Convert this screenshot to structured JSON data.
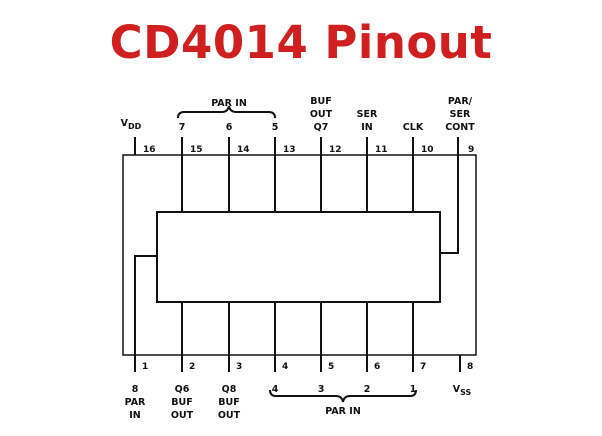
{
  "title": "CD4014 Pinout",
  "top_group_label": "PAR IN",
  "bottom_group_label": "PAR IN",
  "top_pins": [
    {
      "num": "16",
      "label": [
        "V",
        "DD"
      ]
    },
    {
      "num": "15",
      "label": [
        "7"
      ]
    },
    {
      "num": "14",
      "label": [
        "6"
      ]
    },
    {
      "num": "13",
      "label": [
        "5"
      ]
    },
    {
      "num": "12",
      "label": [
        "BUF",
        "OUT",
        "Q7"
      ]
    },
    {
      "num": "11",
      "label": [
        "SER",
        "IN"
      ]
    },
    {
      "num": "10",
      "label": [
        "CLK"
      ]
    },
    {
      "num": "9",
      "label": [
        "PAR/",
        "SER",
        "CONT"
      ]
    }
  ],
  "bottom_pins": [
    {
      "num": "1",
      "label": [
        "8",
        "PAR",
        "IN"
      ]
    },
    {
      "num": "2",
      "label": [
        "Q6",
        "BUF",
        "OUT"
      ]
    },
    {
      "num": "3",
      "label": [
        "Q8",
        "BUF",
        "OUT"
      ]
    },
    {
      "num": "4",
      "label": [
        "4"
      ]
    },
    {
      "num": "5",
      "label": [
        "3"
      ]
    },
    {
      "num": "6",
      "label": [
        "2"
      ]
    },
    {
      "num": "7",
      "label": [
        "1"
      ]
    },
    {
      "num": "8",
      "label": [
        "V",
        "SS"
      ]
    }
  ]
}
